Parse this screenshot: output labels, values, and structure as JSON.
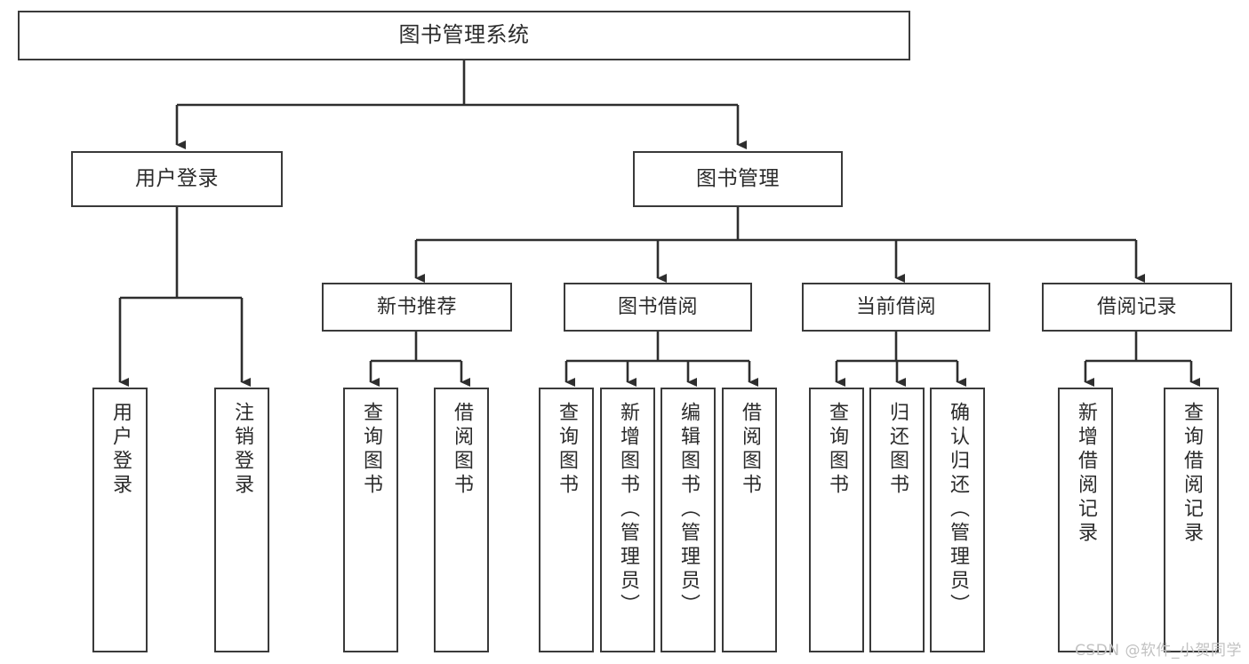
{
  "diagram": {
    "title": "图书管理系统",
    "type": "tree",
    "watermark": "CSDN @软件_小贺同学",
    "colors": {
      "box_border": "#3a3a3a",
      "box_fill": "#ffffff",
      "edge": "#2e2e2e",
      "text": "#2b2b2b",
      "watermark": "#c2c2c2",
      "background": "#ffffff"
    },
    "nodes": {
      "root": {
        "label": "图书管理系统"
      },
      "level1": [
        {
          "label": "用户登录"
        },
        {
          "label": "图书管理"
        }
      ],
      "level2": [
        {
          "label": "新书推荐"
        },
        {
          "label": "图书借阅"
        },
        {
          "label": "当前借阅"
        },
        {
          "label": "借阅记录"
        }
      ],
      "leaves": {
        "user_login": [
          {
            "label": "用户登录"
          },
          {
            "label": "注销登录"
          }
        ],
        "new_book_recommend": [
          {
            "label": "查询图书"
          },
          {
            "label": "借阅图书"
          }
        ],
        "book_borrow": [
          {
            "label": "查询图书"
          },
          {
            "label": "新增图书（管理员）"
          },
          {
            "label": "编辑图书（管理员）"
          },
          {
            "label": "借阅图书"
          }
        ],
        "current_borrow": [
          {
            "label": "查询图书"
          },
          {
            "label": "归还图书"
          },
          {
            "label": "确认归还（管理员）"
          }
        ],
        "borrow_record": [
          {
            "label": "新增借阅记录"
          },
          {
            "label": "查询借阅记录"
          }
        ]
      }
    }
  }
}
